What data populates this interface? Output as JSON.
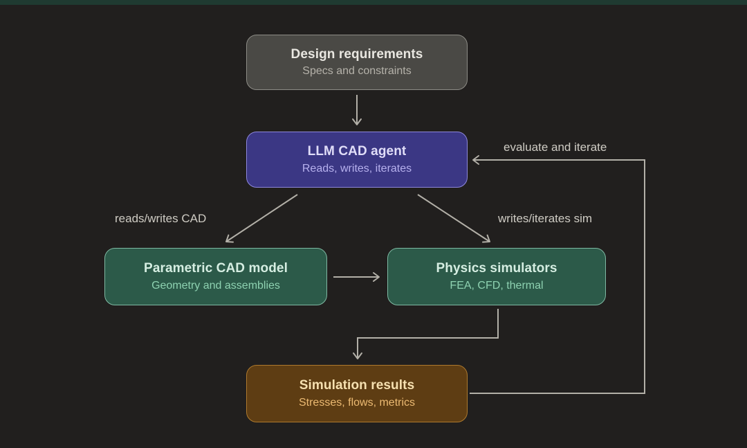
{
  "page": {
    "background_color": "#211f1e",
    "top_strip_color": "#1f3a31",
    "arrow_color": "#b3b0a8"
  },
  "diagram": {
    "nodes": {
      "design_requirements": {
        "title": "Design requirements",
        "subtitle": "Specs and constraints",
        "fill": "#4a4945",
        "border": "#8d8c86"
      },
      "llm_cad_agent": {
        "title": "LLM CAD agent",
        "subtitle": "Reads, writes, iterates",
        "fill": "#3b3784",
        "border": "#8e88dd"
      },
      "parametric_cad_model": {
        "title": "Parametric CAD model",
        "subtitle": "Geometry and assemblies",
        "fill": "#2c5a49",
        "border": "#7fb9a3"
      },
      "physics_simulators": {
        "title": "Physics simulators",
        "subtitle": "FEA, CFD, thermal",
        "fill": "#2c5a49",
        "border": "#7fb9a3"
      },
      "simulation_results": {
        "title": "Simulation results",
        "subtitle": "Stresses, flows, metrics",
        "fill": "#5e3d13",
        "border": "#ae7a2e"
      }
    },
    "edge_labels": {
      "reads_writes_cad": "reads/writes CAD",
      "writes_iterates_sim": "writes/iterates sim",
      "evaluate_and_iterate": "evaluate and iterate"
    }
  }
}
